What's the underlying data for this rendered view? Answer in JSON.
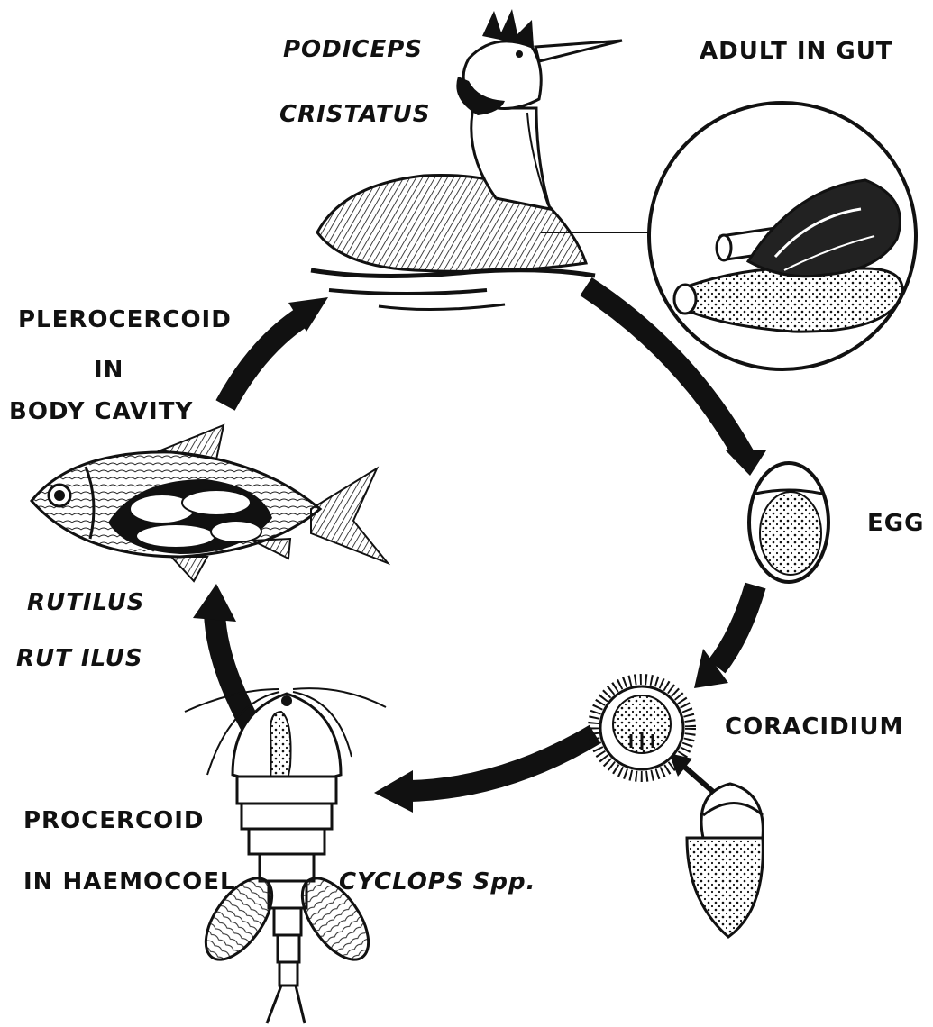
{
  "labels": {
    "host_bird_genus": "PODICEPS",
    "host_bird_species": "CRISTATUS",
    "adult_stage": "ADULT IN GUT",
    "egg_stage": "EGG",
    "coracidium_stage": "CORACIDIUM",
    "procercoid_line1": "PROCERCOID",
    "procercoid_line2": "IN HAEMOCOEL",
    "copepod_host": "CYCLOPS Spp.",
    "fish_genus": "RUTILUS",
    "fish_species": "RUT ILUS",
    "plerocercoid_line1": "PLEROCERCOID",
    "plerocercoid_line2": "IN",
    "plerocercoid_line3": "BODY CAVITY"
  },
  "colors": {
    "ink": "#111111",
    "paper": "#ffffff"
  }
}
